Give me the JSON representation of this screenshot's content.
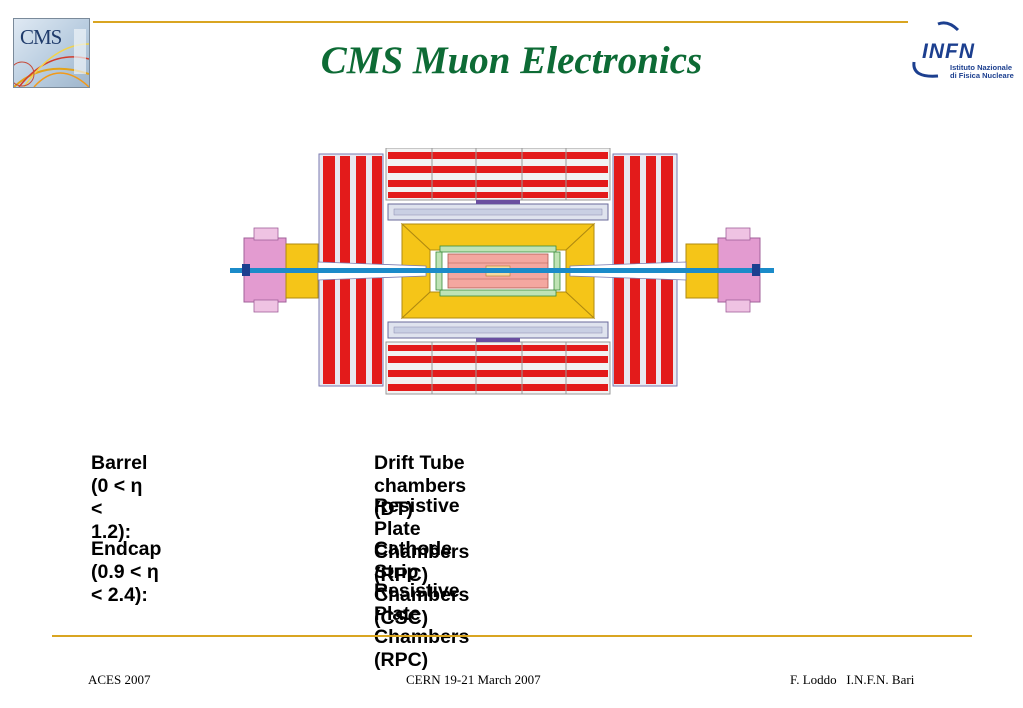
{
  "header": {
    "title": "CMS Muon Electronics",
    "cms_logo_text": "CMS",
    "infn_logo_text": "INFN",
    "infn_logo_sub_1": "Istituto Nazionale",
    "infn_logo_sub_2": "di Fisica Nucleare"
  },
  "content": {
    "rows": [
      {
        "label": "Barrel (0 < η < 1.2):",
        "value": "Drift Tube chambers (DT)"
      },
      {
        "label": "",
        "value": "Resistive Plate Chambers (RPC)"
      },
      {
        "label": "Endcap (0.9 < η < 2.4):",
        "value": "Cathode Strip Chambers (CSC)"
      },
      {
        "label": "",
        "value": "Resistive Plate Chambers (RPC)"
      }
    ]
  },
  "footer": {
    "left": "ACES 2007",
    "center": "CERN 19-21 March 2007",
    "right": "F. Loddo   I.N.F.N. Bari"
  },
  "colors": {
    "title": "#0d6b35",
    "rule": "#d9a521",
    "iron": "#e31b1b",
    "calorimeter": "#f5c518",
    "tracker": "#f4a7a0",
    "forward": "#e39bd0",
    "beamline": "#1b8bc9"
  }
}
